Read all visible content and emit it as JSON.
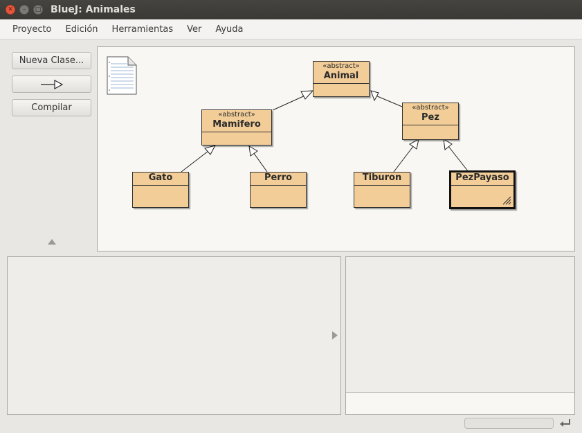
{
  "window": {
    "title": "BlueJ: Animales"
  },
  "menu": {
    "items": [
      "Proyecto",
      "Edición",
      "Herramientas",
      "Ver",
      "Ayuda"
    ]
  },
  "toolbar": {
    "new_class_label": "Nueva Clase...",
    "arrow_icon": "inheritance-arrow-icon",
    "compile_label": "Compilar"
  },
  "diagram": {
    "classes": [
      {
        "id": "animal",
        "stereotype": "«abstract»",
        "name": "Animal"
      },
      {
        "id": "mamifero",
        "stereotype": "«abstract»",
        "name": "Mamifero"
      },
      {
        "id": "pez",
        "stereotype": "«abstract»",
        "name": "Pez"
      },
      {
        "id": "gato",
        "name": "Gato"
      },
      {
        "id": "perro",
        "name": "Perro"
      },
      {
        "id": "tiburon",
        "name": "Tiburon"
      },
      {
        "id": "pezpayaso",
        "name": "PezPayaso"
      }
    ],
    "colors": {
      "class_fill": "#f2cd98",
      "canvas": "#f8f7f3"
    }
  }
}
